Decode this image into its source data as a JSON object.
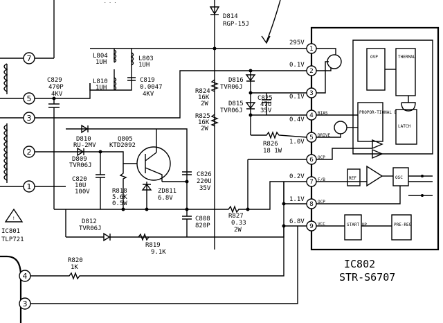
{
  "ic": {
    "designator": "IC802",
    "part": "STR-S6707",
    "blocks": {
      "ovp": "OVP",
      "thermal": "THERMAL",
      "prop_drive": "PROPOR-TIONAL DRIVE",
      "latch": "LATCH",
      "ref": "REF",
      "osc": "OSC",
      "start": "START UP",
      "pre_reg": "PRE-REG"
    },
    "pins": [
      {
        "num": "1",
        "voltage": "295V"
      },
      {
        "num": "2",
        "voltage": "0.1V"
      },
      {
        "num": "3",
        "voltage": "0.1V"
      },
      {
        "num": "4",
        "voltage": "0.4V"
      },
      {
        "num": "5",
        "voltage": "1.0V"
      },
      {
        "num": "6",
        "voltage": ""
      },
      {
        "num": "7",
        "voltage": "0.2V"
      },
      {
        "num": "8",
        "voltage": "1.1V"
      },
      {
        "num": "9",
        "voltage": "6.8V"
      }
    ]
  },
  "opto": {
    "designator": "IC801",
    "part": "TLP721",
    "pins": [
      "7",
      "5",
      "3",
      "2",
      "1",
      "4",
      "3"
    ]
  },
  "components": {
    "d814": {
      "ref": "D814",
      "value": "RGP-15J"
    },
    "l804": {
      "ref": "L804",
      "value": "1UH"
    },
    "l803": {
      "ref": "L803",
      "value": "1UH"
    },
    "l810": {
      "ref": "L810",
      "value": "1UH"
    },
    "c819": {
      "ref": "C819",
      "value1": "0.0047",
      "value2": "4KV"
    },
    "c829": {
      "ref": "C829",
      "value1": "470P",
      "value2": "4KV"
    },
    "r824": {
      "ref": "R824",
      "value1": "16K",
      "value2": "2W"
    },
    "r825": {
      "ref": "R825",
      "value1": "16K",
      "value2": "2W"
    },
    "d816": {
      "ref": "D816",
      "value": "TVR06J"
    },
    "d815": {
      "ref": "D815",
      "value": "TVR06J"
    },
    "c825": {
      "ref": "C825",
      "value1": "47U",
      "value2": "35V"
    },
    "r826": {
      "ref": "R826",
      "value": "18 1W"
    },
    "d810": {
      "ref": "D810",
      "value": "RU-2MV"
    },
    "q805": {
      "ref": "Q805",
      "value": "KTD2092"
    },
    "d809": {
      "ref": "D809",
      "value": "TVR06J"
    },
    "c820": {
      "ref": "C820",
      "value1": "10U",
      "value2": "100V"
    },
    "r818": {
      "ref": "R818",
      "value1": "5.6K",
      "value2": "0.5W"
    },
    "zd811": {
      "ref": "ZD811",
      "value": "6.8V"
    },
    "c826": {
      "ref": "C826",
      "value1": "220U",
      "value2": "35V"
    },
    "d812": {
      "ref": "D812",
      "value": "TVR06J"
    },
    "c808": {
      "ref": "C808",
      "value": "820P"
    },
    "r827": {
      "ref": "R827",
      "value1": "0.33",
      "value2": "2W"
    },
    "r819": {
      "ref": "R819",
      "value": "9.1K"
    },
    "r820": {
      "ref": "R820",
      "value": "1K"
    }
  },
  "pin_tags": {
    "p4": "BIAS",
    "p5": "DRIVE",
    "p6": "OCP",
    "p7": "F/B",
    "p8": "OCP",
    "p9": "VCC"
  }
}
